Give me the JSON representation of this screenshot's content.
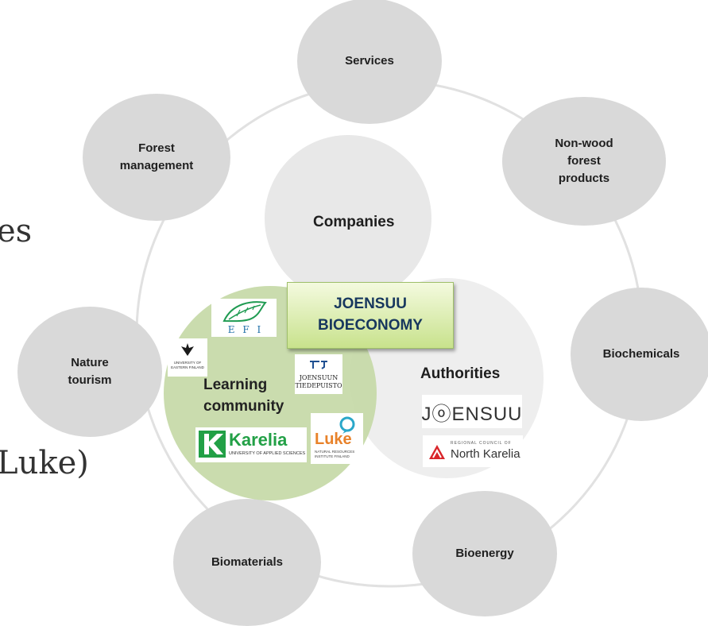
{
  "cut_text": {
    "left_upper": "es",
    "left_lower": "Luke)"
  },
  "outer_nodes": [
    {
      "id": "services",
      "label": "Services"
    },
    {
      "id": "non-wood",
      "label": "Non-wood\nforest\nproducts"
    },
    {
      "id": "biochemicals",
      "label": "Biochemicals"
    },
    {
      "id": "bioenergy",
      "label": "Bioenergy"
    },
    {
      "id": "biomaterials",
      "label": "Biomaterials"
    },
    {
      "id": "nature-tourism",
      "label": "Nature\ntourism"
    },
    {
      "id": "forest-management",
      "label": "Forest\nmanagement"
    }
  ],
  "center": {
    "companies": "Companies",
    "authorities": "Authorities",
    "learning": "Learning\ncommunity",
    "hub": "JOENSUU\nBIOECONOMY"
  },
  "logos": {
    "efi": "E F I",
    "uef": "UNIVERSITY OF\nEASTERN FINLAND",
    "tiedepuisto": "JOENSUUN\nTIEDEPUISTO",
    "karelia": "Karelia",
    "karelia_sub": "UNIVERSITY OF APPLIED SCIENCES",
    "luke": "Luke",
    "luke_sub": "NATURAL RESOURCES\nINSTITUTE FINLAND",
    "joensuu": "JⓞENSUU",
    "nk_small": "REGIONAL COUNCIL OF",
    "nk": "North Karelia"
  },
  "colors": {
    "outer": "#d9d9d9",
    "companies": "#e8e8e8",
    "authorities": "#eeeeee",
    "learning": "#c6d9a7",
    "hub_top": "#f4fadf",
    "hub_bottom": "#c8e28c",
    "karelia_green": "#22a046",
    "luke_orange": "#e8822a",
    "luke_blue": "#2aa7c9"
  }
}
